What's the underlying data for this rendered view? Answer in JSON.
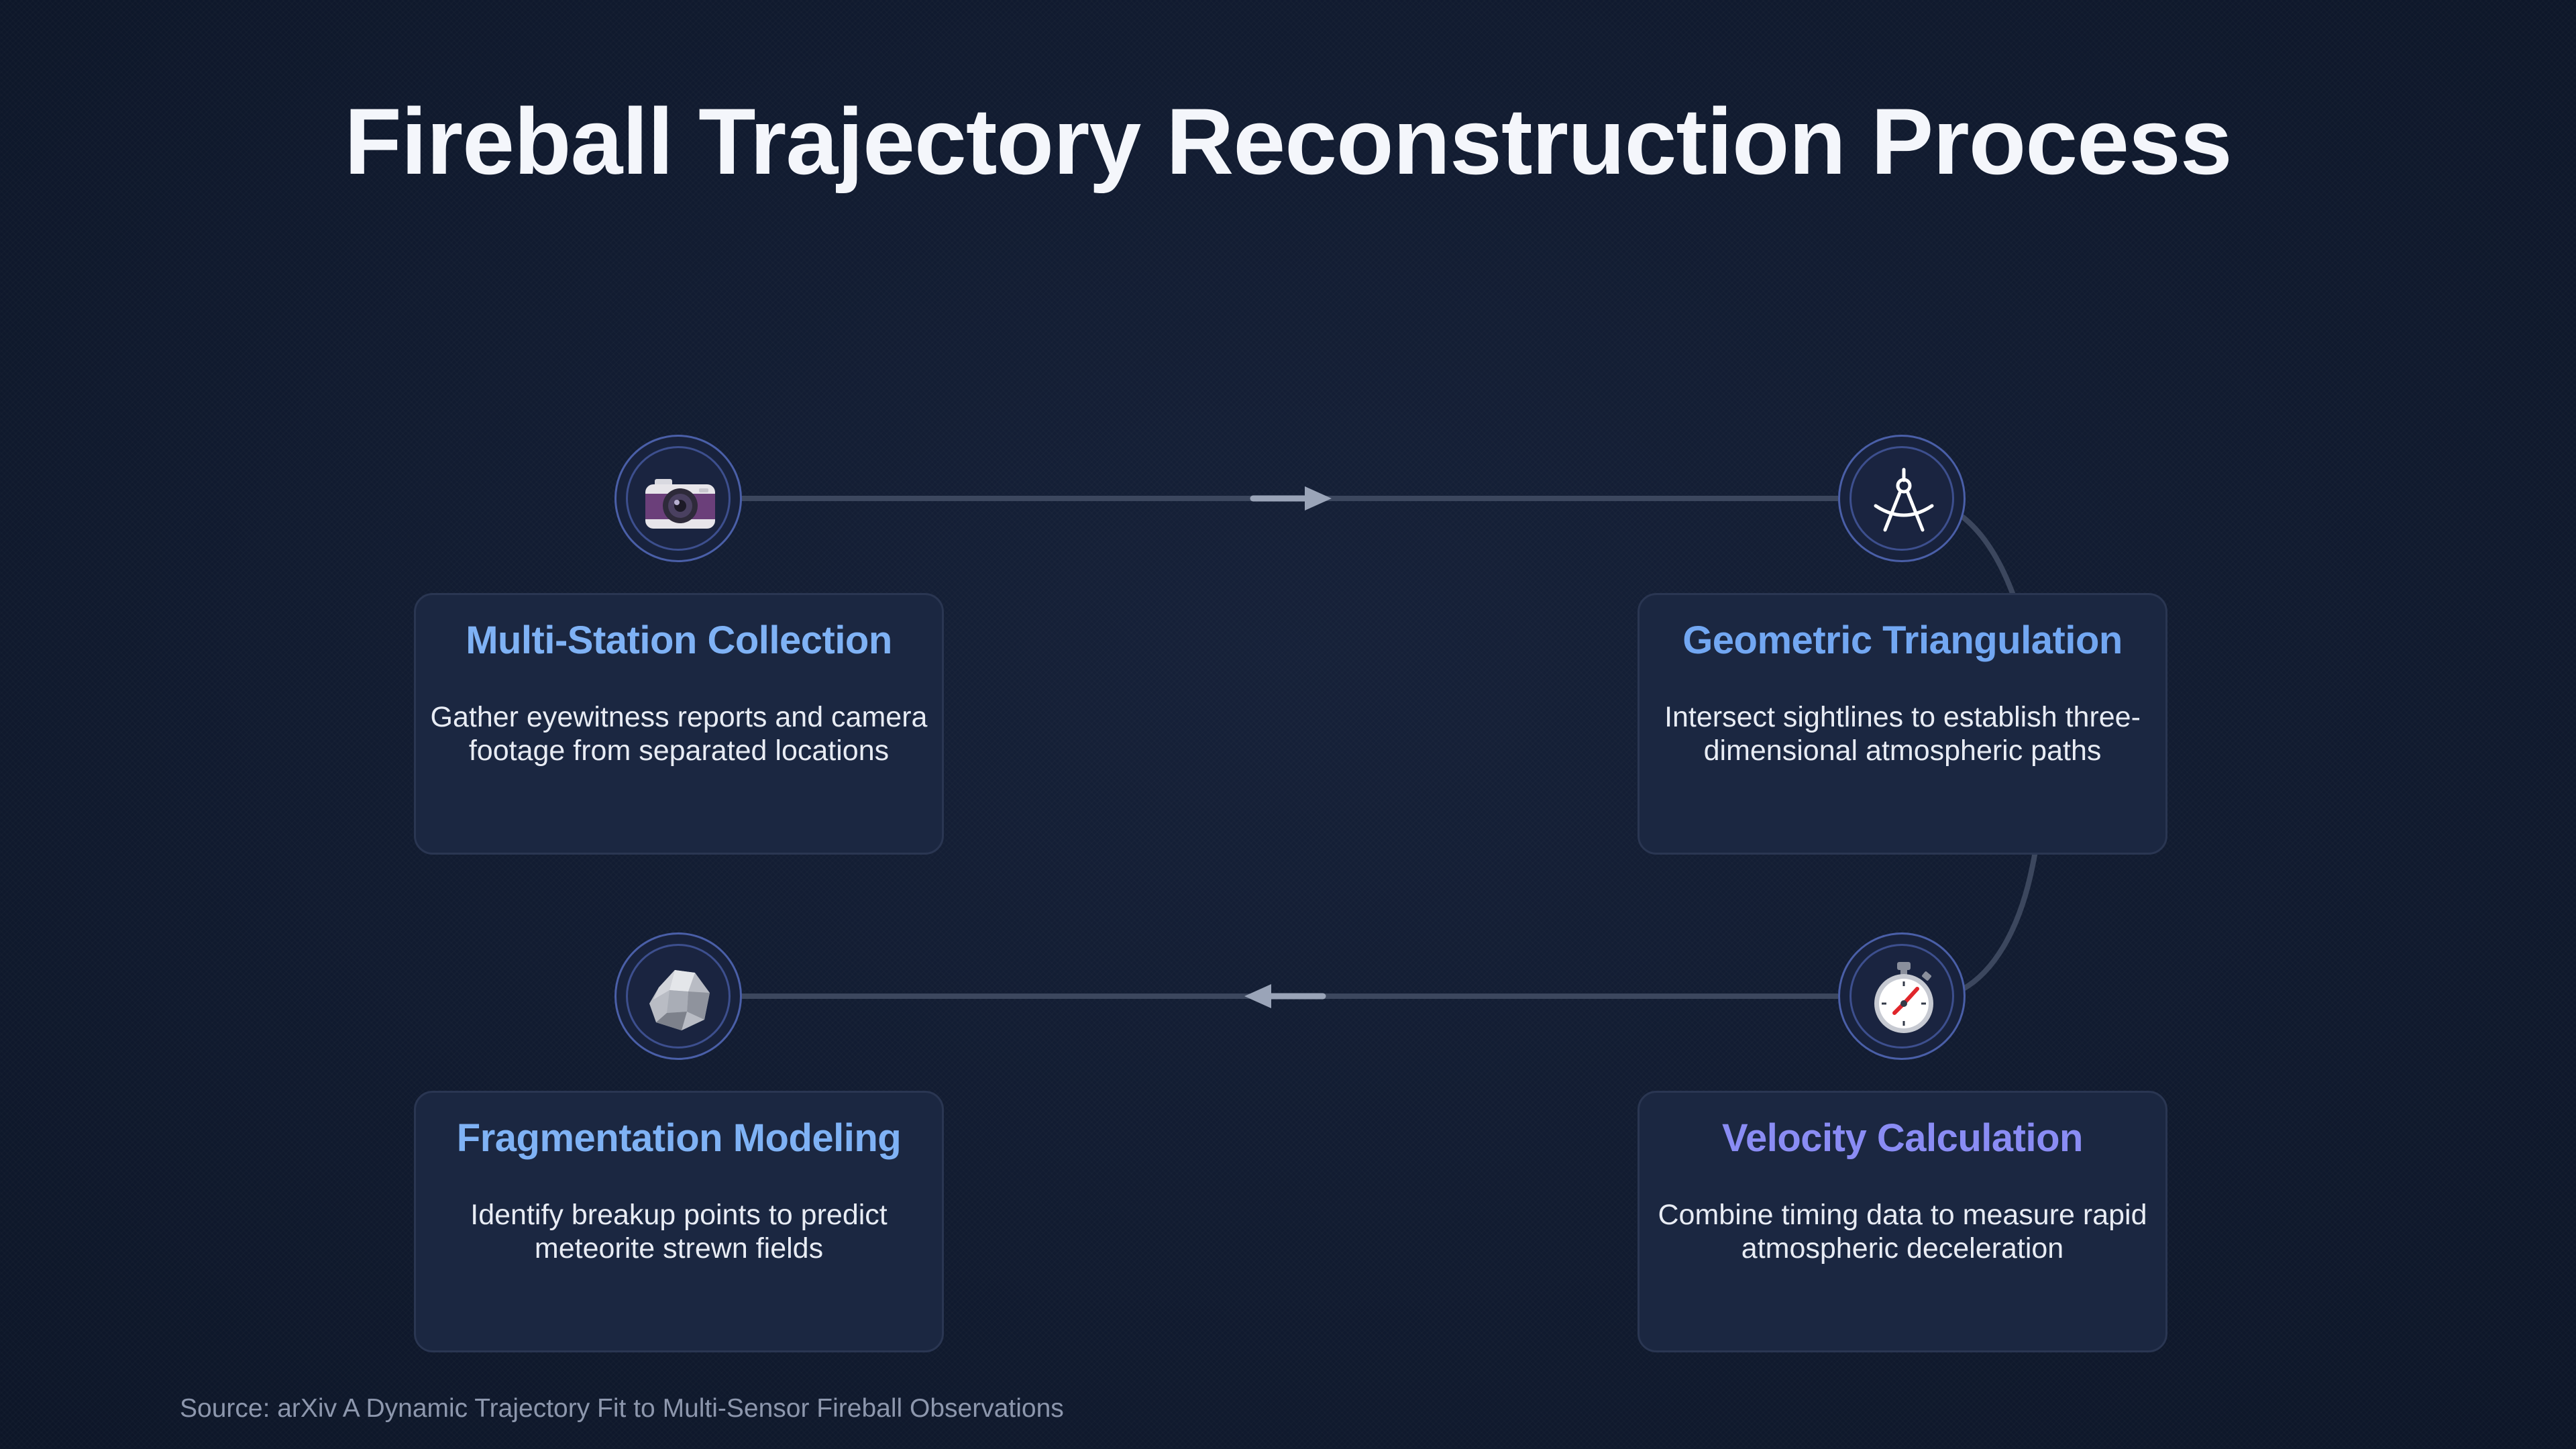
{
  "title": "Fireball Trajectory Reconstruction Process",
  "colors": {
    "title_blue": "#7fb2f5",
    "title_violet": "#8a8cf4",
    "connector": "#3c475e",
    "arrow": "#9aa4b8",
    "ring": "#4a5fa8"
  },
  "steps": [
    {
      "title": "Multi-Station Collection",
      "description": "Gather eyewitness reports and camera footage from separated locations",
      "icon": "camera-icon"
    },
    {
      "title": "Geometric Triangulation",
      "description": "Intersect sightlines to establish three-dimensional atmospheric paths",
      "icon": "compass-icon"
    },
    {
      "title": "Velocity Calculation",
      "description": "Combine timing data to measure rapid atmospheric deceleration",
      "icon": "stopwatch-icon"
    },
    {
      "title": "Fragmentation Modeling",
      "description": "Identify breakup points to predict meteorite strewn fields",
      "icon": "rock-icon"
    }
  ],
  "source": "Source: arXiv A Dynamic Trajectory Fit to Multi-Sensor Fireball Observations"
}
